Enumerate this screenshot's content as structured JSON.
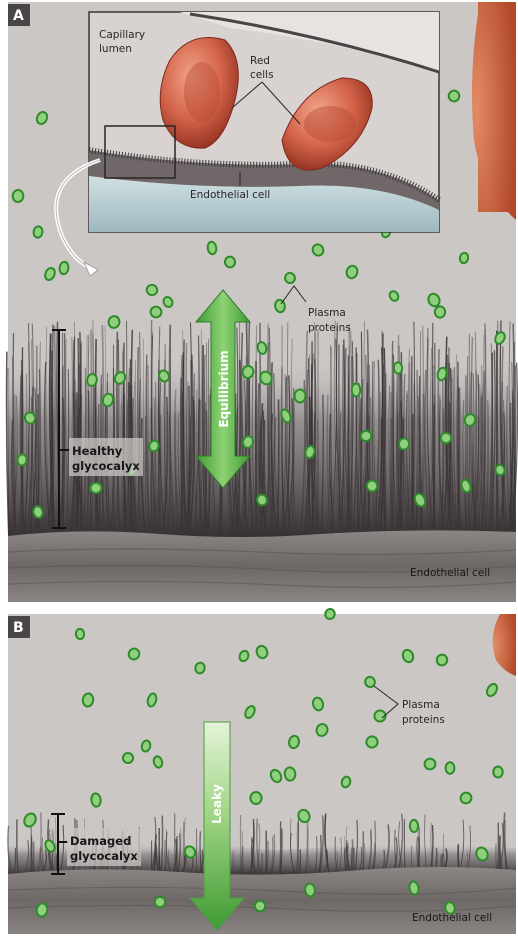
{
  "panelA": {
    "letter": "A",
    "labels": {
      "capillary_line1": "Capillary",
      "capillary_line2": "lumen",
      "red_line1": "Red",
      "red_line2": "cells",
      "endothelial_inset": "Endothelial cell",
      "plasma_line1": "Plasma",
      "plasma_line2": "proteins",
      "glyco_line1": "Healthy",
      "glyco_line2": "glycocalyx",
      "arrow": "Equilibrium",
      "endothelial_base": "Endothelial cell"
    }
  },
  "panelB": {
    "letter": "B",
    "labels": {
      "plasma_line1": "Plasma",
      "plasma_line2": "proteins",
      "glyco_line1": "Damaged",
      "glyco_line2": "glycocalyx",
      "arrow": "Leaky",
      "endothelial_base": "Endothelial cell"
    }
  },
  "colors": {
    "background": "#c9c5c3",
    "protein_fill": "#8fcf7e",
    "protein_stroke": "#2f8a2a",
    "arrow_green": "#5bb245",
    "red_cell": "#c9553c",
    "glycocalyx": "#3a3436",
    "endothelium": "#7d7775"
  }
}
